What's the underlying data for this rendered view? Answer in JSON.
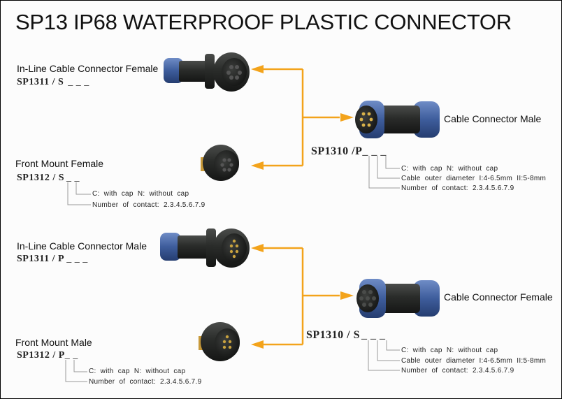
{
  "title": "SP13 IP68 WATERPROOF PLASTIC CONNECTOR",
  "colors": {
    "arrow": "#f3a31b",
    "connector_body": "#2b2d2b",
    "connector_blue": "#3f5e9c",
    "leader_line": "#9a9a9a",
    "border": "#000000"
  },
  "top_group": {
    "left_items": [
      {
        "name": "In-Line Cable Connector Female",
        "code": "SP1311 / S",
        "code_blanks": "_ _ _"
      },
      {
        "name_part1": "Front Mount",
        "name_part2": "Female",
        "code": "SP1312 / S",
        "code_blanks": "_ _",
        "notes": [
          "C: with cap   N: without cap",
          "Number of contact: 2.3.4.5.6.7.9"
        ]
      }
    ],
    "right_item": {
      "name": "Cable Connector Male",
      "code": "SP1310 /P",
      "code_blanks": "_ _ _",
      "notes": [
        "C: with cap   N: without cap",
        "Cable outer diameter  I:4-6.5mm  II:5-8mm",
        "Number of contact: 2.3.4.5.6.7.9"
      ]
    }
  },
  "bottom_group": {
    "left_items": [
      {
        "name": "In-Line Cable Connector Male",
        "code": "SP1311 / P",
        "code_blanks": "_ _ _"
      },
      {
        "name_part1": "Front Mount",
        "name_part2": "Male",
        "code": "SP1312 / P",
        "code_blanks": "_ _",
        "notes": [
          "C: with cap   N: without cap",
          "Number of contact: 2.3.4.5.6.7.9"
        ]
      }
    ],
    "right_item": {
      "name": "Cable Connector Female",
      "code": "SP1310 / S",
      "code_blanks": "_ _ _",
      "notes": [
        "C: with cap   N: without cap",
        "Cable outer diameter  I:4-6.5mm  II:5-8mm",
        "Number of contact: 2.3.4.5.6.7.9"
      ]
    }
  }
}
